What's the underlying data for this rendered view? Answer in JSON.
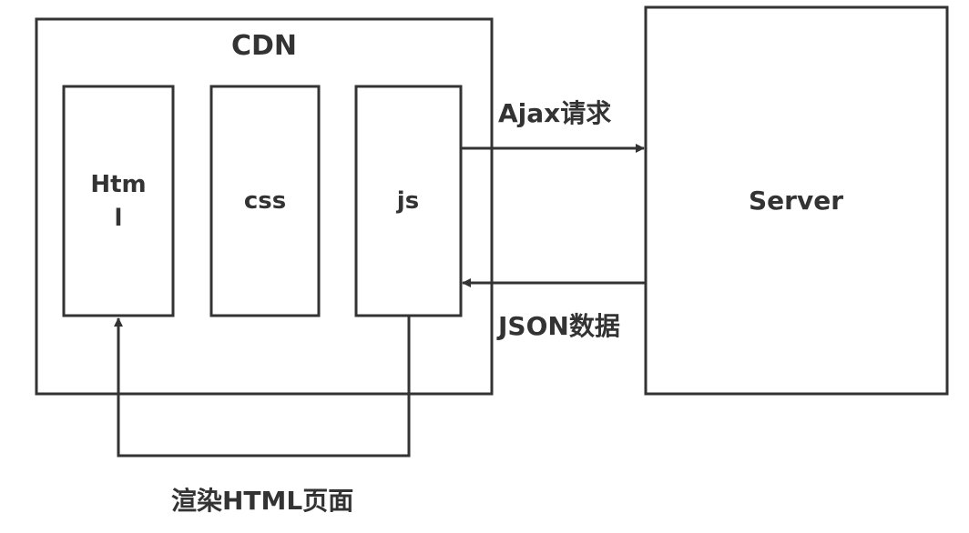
{
  "diagram": {
    "cdn": {
      "title": "CDN"
    },
    "files": [
      {
        "id": "html",
        "label_line1": "Htm",
        "label_line2": "l"
      },
      {
        "id": "css",
        "label": "css"
      },
      {
        "id": "js",
        "label": "js"
      }
    ],
    "server": {
      "label": "Server"
    },
    "edges": {
      "ajax_request": {
        "label": "Ajax请求",
        "from": "js",
        "to": "server"
      },
      "json_response": {
        "label": "JSON数据",
        "from": "server",
        "to": "js"
      },
      "render_html": {
        "label": "渲染HTML页面",
        "from": "js",
        "to": "html"
      }
    },
    "colors": {
      "stroke": "#333333",
      "background": "#ffffff"
    }
  }
}
